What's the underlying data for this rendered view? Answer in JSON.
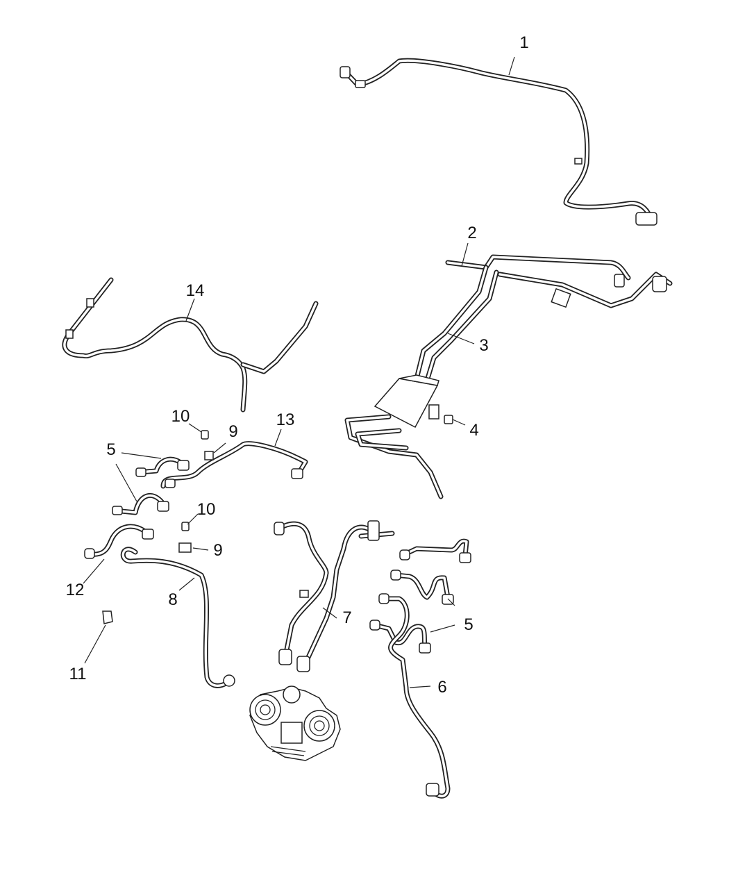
{
  "diagram": {
    "callouts": {
      "c1": "1",
      "c2": "2",
      "c3": "3",
      "c4": "4",
      "c5a": "5",
      "c5b": "5",
      "c6": "6",
      "c7": "7",
      "c8": "8",
      "c9a": "9",
      "c9b": "9",
      "c10a": "10",
      "c10b": "10",
      "c11": "11",
      "c12": "12",
      "c13": "13",
      "c14": "14"
    }
  }
}
